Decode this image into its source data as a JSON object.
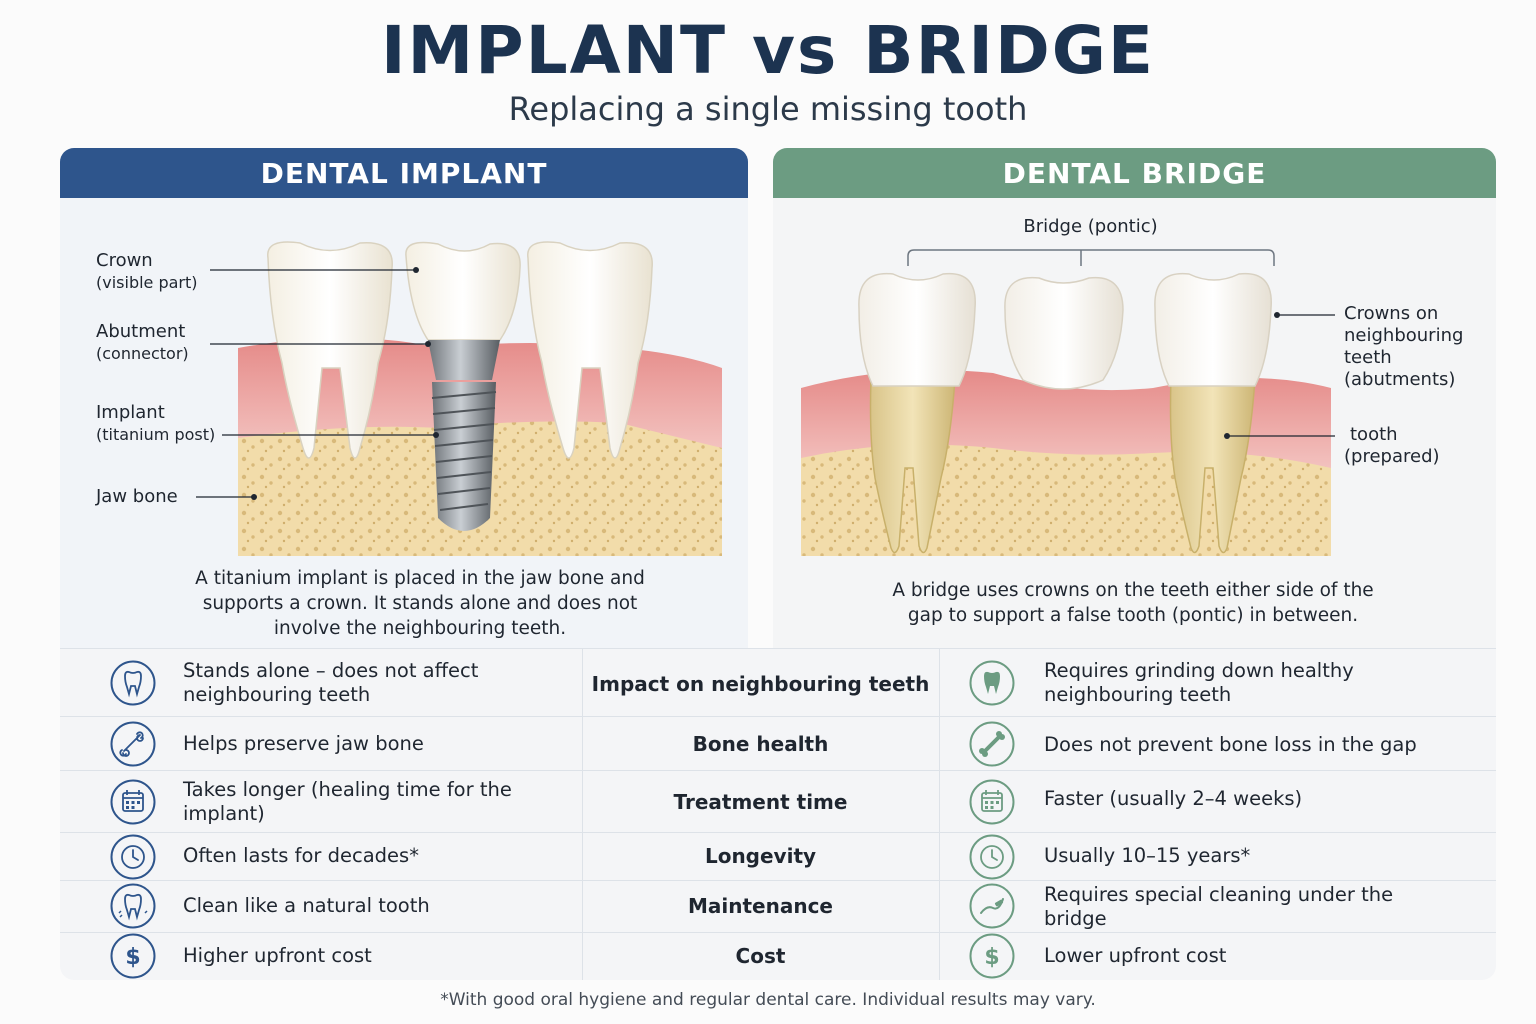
{
  "header": {
    "title": "IMPLANT vs BRIDGE",
    "subtitle": "Replacing a single missing tooth"
  },
  "implant_panel": {
    "heading": "DENTAL IMPLANT",
    "labels": {
      "crown": "Crown",
      "crown_sub": "(visible part)",
      "abutment": "Abutment",
      "abutment_sub": "(connector)",
      "implant": "Implant",
      "implant_sub": "(titanium post)",
      "jaw_bone": "Jaw bone"
    },
    "description_lines": [
      "A titanium implant is placed in the jaw bone and",
      "supports a crown. It stands alone and does not",
      "involve the neighbouring teeth."
    ]
  },
  "bridge_panel": {
    "heading": "DENTAL BRIDGE",
    "labels": {
      "bridge": "Bridge (pontic)",
      "crowns_line1": "Crowns on",
      "crowns_line2": "neighbouring",
      "crowns_line3": "teeth (abutments)",
      "tooth_line1": "tooth",
      "tooth_line2": "(prepared)"
    },
    "description_lines": [
      "A bridge uses crowns on the teeth either side of the",
      "gap to support a false tooth (pontic) in between."
    ]
  },
  "comparison": [
    {
      "category": "Impact on neighbouring teeth",
      "implant": "Stands alone – does not affect neighbouring teeth",
      "bridge": "Requires grinding down healthy neighbouring teeth",
      "implant_icon": "tooth-outline-icon",
      "bridge_icon": "tooth-filled-icon"
    },
    {
      "category": "Bone health",
      "implant": "Helps preserve jaw bone",
      "bridge": "Does not prevent bone loss in the gap",
      "implant_icon": "bone-icon",
      "bridge_icon": "bone-icon"
    },
    {
      "category": "Treatment time",
      "implant": "Takes longer (healing time for the implant)",
      "bridge": "Faster (usually 2–4 weeks)",
      "implant_icon": "calendar-icon",
      "bridge_icon": "calendar-icon"
    },
    {
      "category": "Longevity",
      "implant": "Often lasts for decades*",
      "bridge": "Usually 10–15 years*",
      "implant_icon": "clock-icon",
      "bridge_icon": "clock-icon"
    },
    {
      "category": "Maintenance",
      "implant": "Clean like a natural tooth",
      "bridge": "Requires special cleaning under the bridge",
      "implant_icon": "tooth-sparkle-icon",
      "bridge_icon": "floss-icon"
    },
    {
      "category": "Cost",
      "implant": "Higher upfront cost",
      "bridge": "Lower upfront cost",
      "implant_icon": "dollar-icon",
      "bridge_icon": "dollar-icon"
    }
  ],
  "footnote": "*With good oral hygiene and regular dental care. Individual results may vary.",
  "colors": {
    "implant_accent": "#2e558c",
    "bridge_accent": "#6c9c82",
    "title": "#1c3350"
  }
}
